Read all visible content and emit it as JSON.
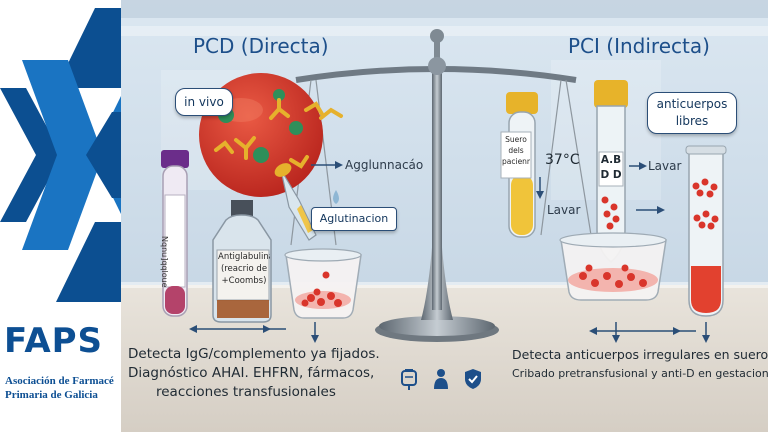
{
  "brand": {
    "name": "FAPS",
    "subtitle_line1": "Asociación de Farmacé",
    "subtitle_line2": "Primaria de Galicia",
    "color": "#0d4f93"
  },
  "left_panel": {
    "title": "PCD (Directa)",
    "bubble": "in vivo",
    "reaction_label": "Agglunnacáo",
    "callout": "Aglutinacion",
    "tube_label": "Nqnu]qqloue",
    "reagent_label_line1": "Antiglabulina",
    "reagent_label_line2": "(reacrio de",
    "reagent_label_line3": "+Coombs)",
    "caption_line1": "Detecta IgG/complemento ya fijados.",
    "caption_line2": "Diagnóstico AHAI. EHFRN, fármacos,",
    "caption_line3": "reacciones transfusionales"
  },
  "right_panel": {
    "title": "PCI (Indirecta)",
    "tube_label_line1": "Suero",
    "tube_label_line2": "dels",
    "tube_label_line3": "pacienm",
    "temperature": "37°C",
    "wash_label_1": "Lavar",
    "wash_label_2": "Lavar",
    "tube_ab_line1": "A.B",
    "tube_ab_line2": "D D",
    "bubble_line1": "anticuerpos",
    "bubble_line2": "libres",
    "caption_line1": "Detecta anticuerpos irregulares en suero.",
    "caption_line2": "Cribado pretransfusional y anti-D en gestacion"
  },
  "icons": [
    "iv-bag-icon",
    "person-icon",
    "shield-check-icon"
  ],
  "colors": {
    "title_blue": "#1d4f8a",
    "blood_red": "#d9352b",
    "serum_yellow": "#f0c43a",
    "tube_purple": "#6b2d8a"
  }
}
